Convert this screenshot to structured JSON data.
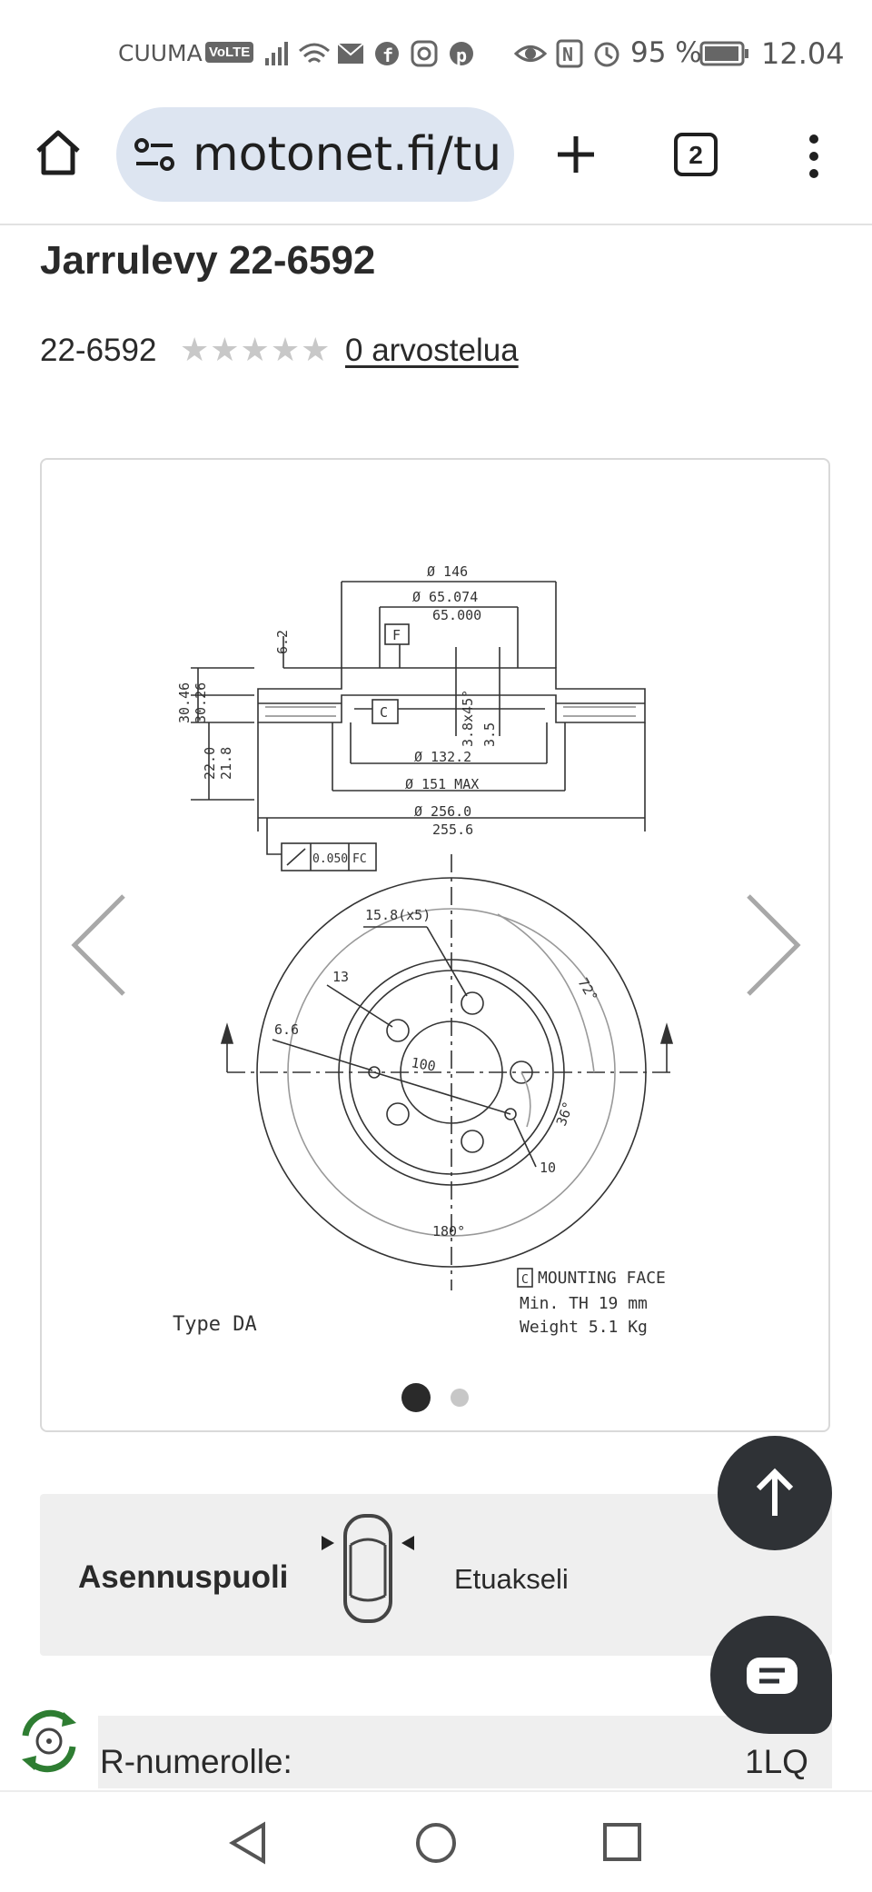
{
  "status_bar": {
    "carrier": "CUUMA",
    "volte": "VoLTE",
    "battery": "95 %",
    "time": "12.04",
    "icons": [
      "signal-icon",
      "wifi-icon",
      "mail-icon",
      "facebook-icon",
      "instagram-icon",
      "pinterest-icon",
      "eye-icon",
      "nfc-icon",
      "alarm-icon",
      "battery-icon"
    ]
  },
  "browser": {
    "url": "motonet.fi/tu",
    "tab_count": "2"
  },
  "product": {
    "title": "Jarrulevy 22-6592",
    "sku": "22-6592",
    "rating_stars": 0,
    "reviews_link": "0 arvostelua"
  },
  "drawing": {
    "dim_146": "Ø 146",
    "dim_65_074": "Ø 65.074",
    "dim_65_000": "65.000",
    "label_f": "F",
    "label_c": "C",
    "dim_6_2": "6.2",
    "dim_30_46": "30.46",
    "dim_30_26": "30.26",
    "dim_22_0": "22.0",
    "dim_21_8": "21.8",
    "dim_3_8x45": "3.8x45°",
    "dim_3_5": "3.5",
    "dim_132_2": "Ø 132.2",
    "dim_151": "Ø 151 MAX",
    "dim_256_0": "Ø 256.0",
    "dim_255_6": "255.6",
    "tolerance_value": "0.050",
    "tolerance_ref": "FC",
    "dim_15_8": "15.8(x5)",
    "dim_72": "72°",
    "dim_13": "13",
    "dim_6_6": "6.6",
    "dim_100": "100",
    "dim_36": "36°",
    "dim_10": "10",
    "dim_180": "180°",
    "mounting_face": "MOUNTING FACE",
    "min_th": "Min. TH 19 mm",
    "weight": "Weight 5.1 Kg",
    "type": "Type DA"
  },
  "carousel": {
    "slide_count": 2,
    "active_index": 0
  },
  "install_side": {
    "label": "Asennuspuoli",
    "value": "Etuakseli"
  },
  "r_number": {
    "label": "R-numerolle:",
    "value": "1LQ"
  },
  "colors": {
    "pill": "#dde5f1",
    "fab": "#2f3236",
    "info_bg": "#efefef",
    "star_empty": "#c8c8c8"
  }
}
